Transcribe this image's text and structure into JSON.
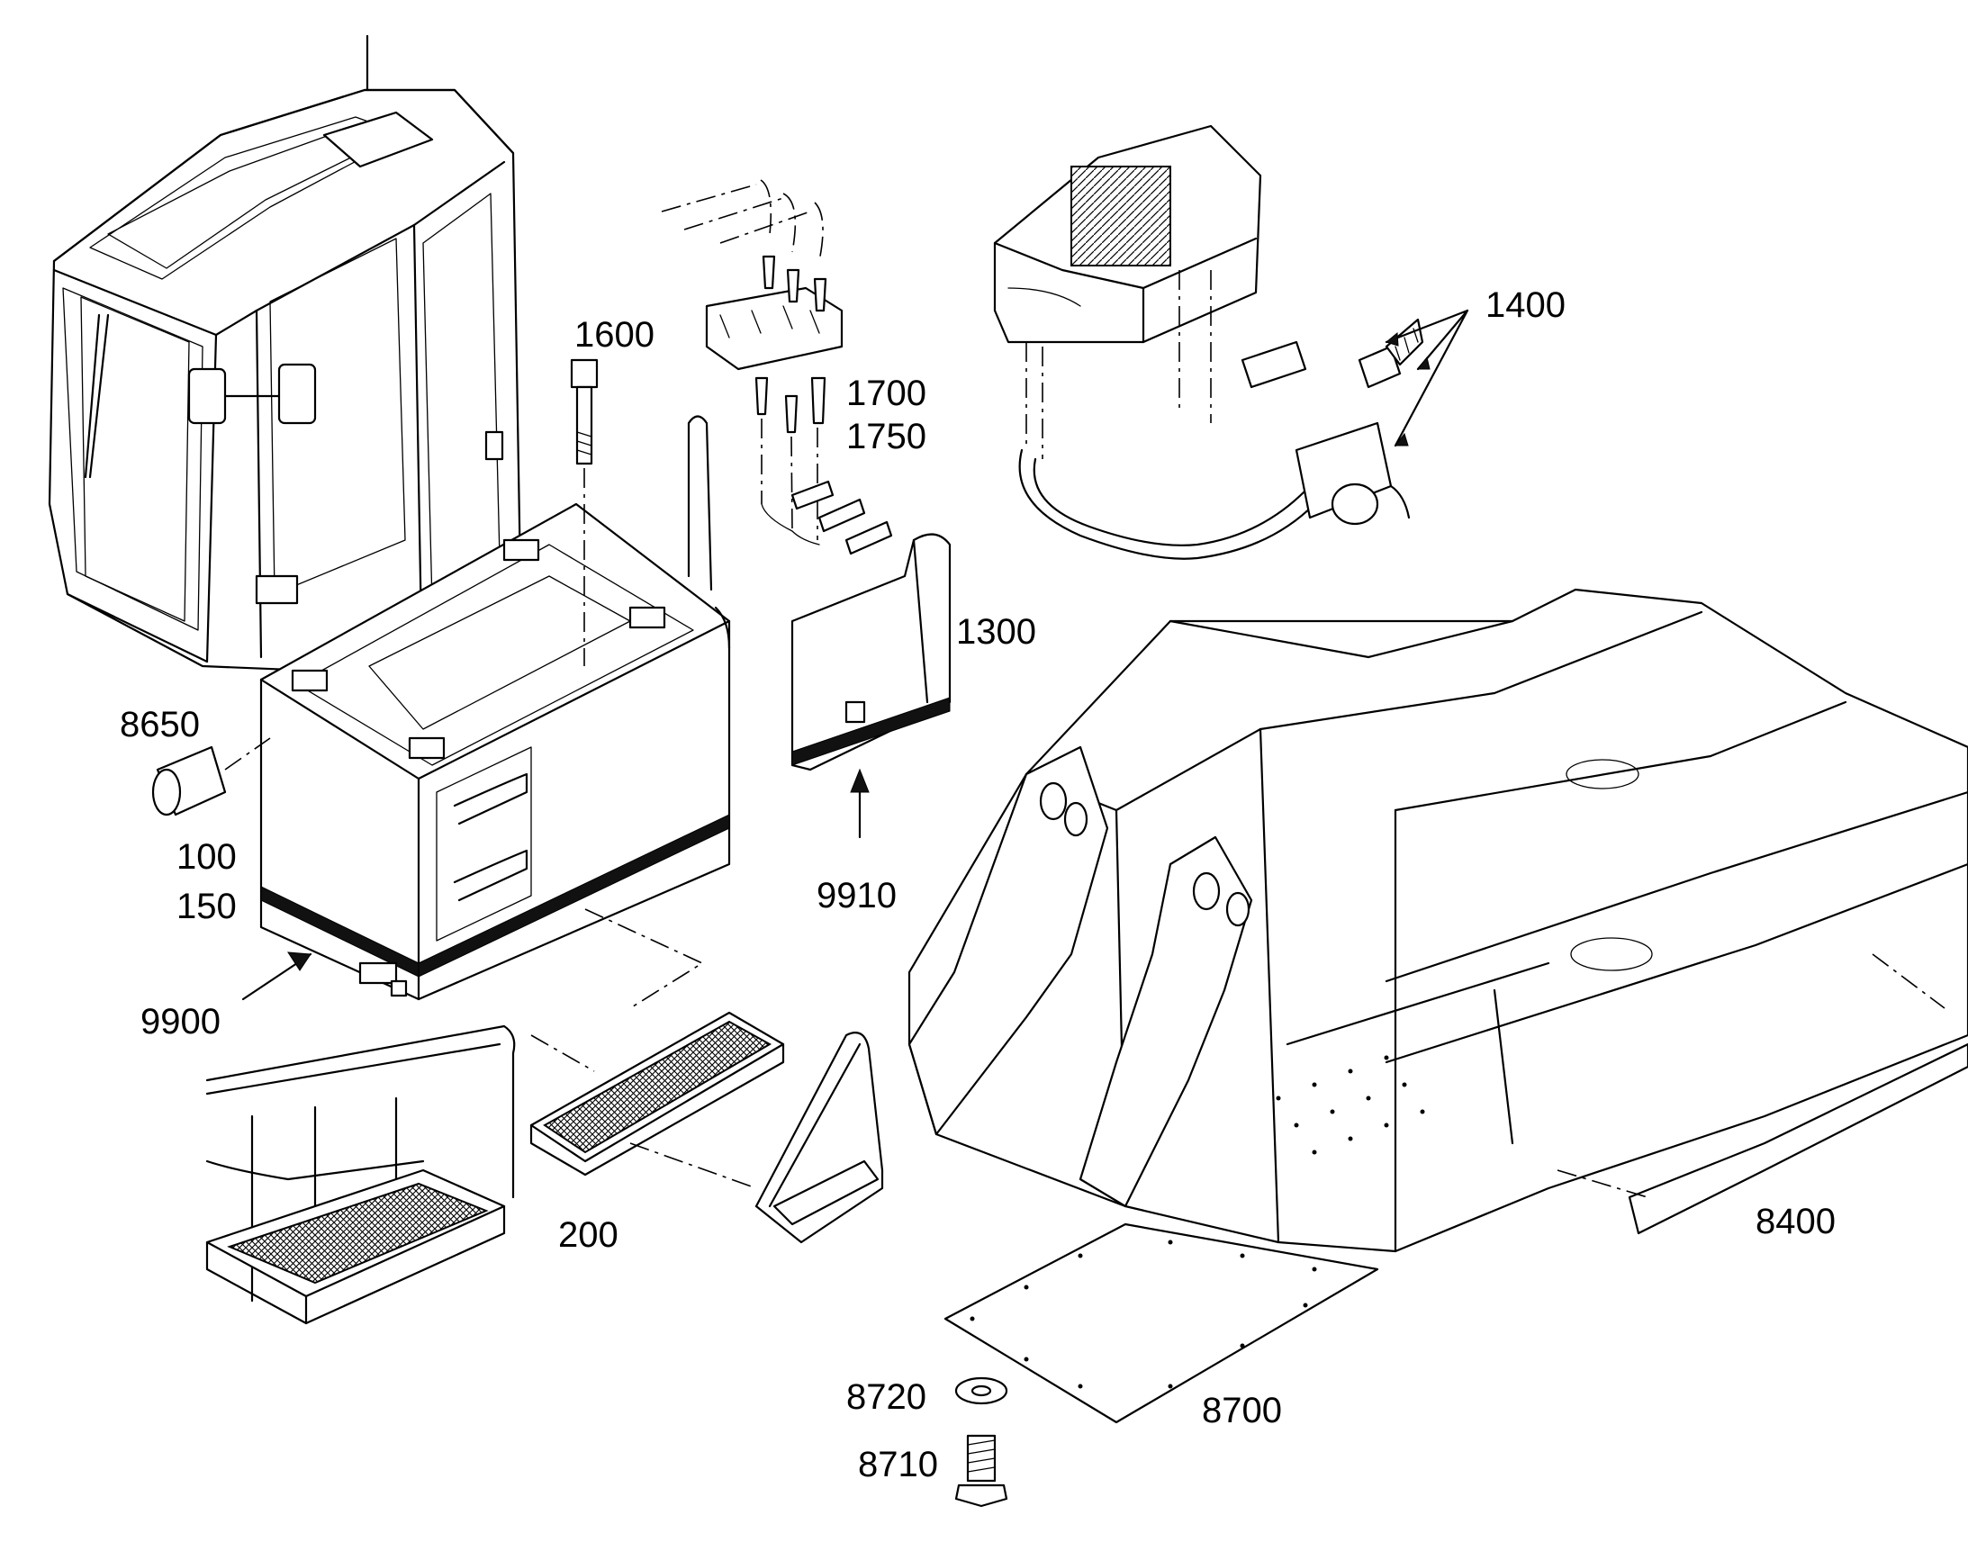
{
  "labels": {
    "l1600": "1600",
    "l1700": "1700",
    "l1750": "1750",
    "l1400": "1400",
    "l1300": "1300",
    "l8650": "8650",
    "l100": "100",
    "l150": "150",
    "l9910": "9910",
    "l9900": "9900",
    "l200": "200",
    "l8400": "8400",
    "l8720": "8720",
    "l8700": "8700",
    "l8710": "8710"
  },
  "colors": {
    "line": "#000000",
    "background": "#ffffff"
  }
}
